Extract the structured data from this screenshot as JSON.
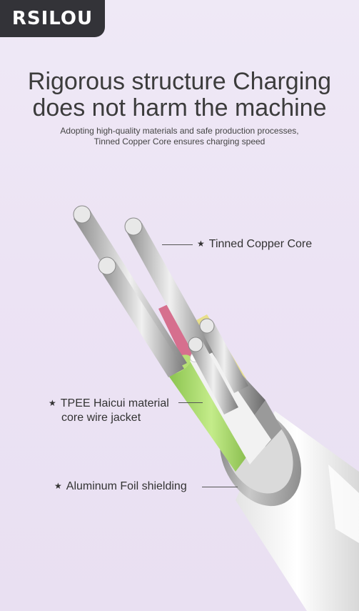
{
  "brand": {
    "logo_text": "RSILOU"
  },
  "headline": {
    "line1": "Rigorous structure Charging",
    "line2": "does not harm the machine"
  },
  "subtitle": {
    "line1": "Adopting high-quality materials and safe production processes,",
    "line2": "Tinned Copper Core ensures charging speed"
  },
  "callouts": {
    "copper": {
      "text": "Tinned Copper Core"
    },
    "jacket": {
      "line1": "TPEE Haicui material",
      "line2": "core wire jacket"
    },
    "foil": {
      "text": "Aluminum Foil shielding"
    }
  },
  "colors": {
    "green_jacket": "#a8d86a",
    "white_jacket": "#f2f2f2",
    "grey_jacket": "#9a9a9a",
    "pink_jacket": "#d66f8e",
    "yellow_jacket": "#e8df8c",
    "foil": "#8d8d8d"
  }
}
